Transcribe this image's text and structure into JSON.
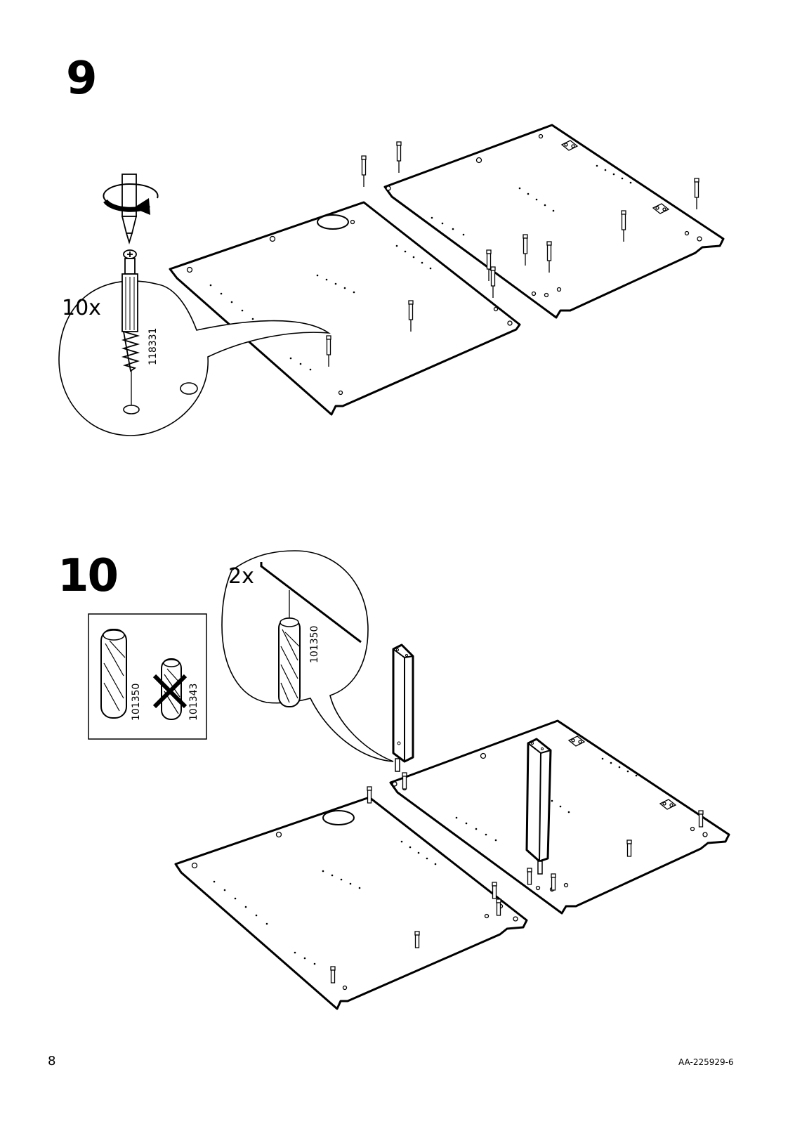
{
  "steps": [
    {
      "number": "9",
      "quantity": "10x",
      "part_number": "118331"
    },
    {
      "number": "10",
      "quantity": "2x",
      "part_number": "101350",
      "comparison": {
        "correct_part": "101350",
        "wrong_part": "101343"
      }
    }
  ],
  "footer": {
    "page": "8",
    "doc_code": "AA-225929-6"
  },
  "icons": [
    "screwdriver-icon",
    "rotate-arrow-icon",
    "cam-bolt-icon",
    "dowel-icon",
    "wrong-cross-icon"
  ]
}
